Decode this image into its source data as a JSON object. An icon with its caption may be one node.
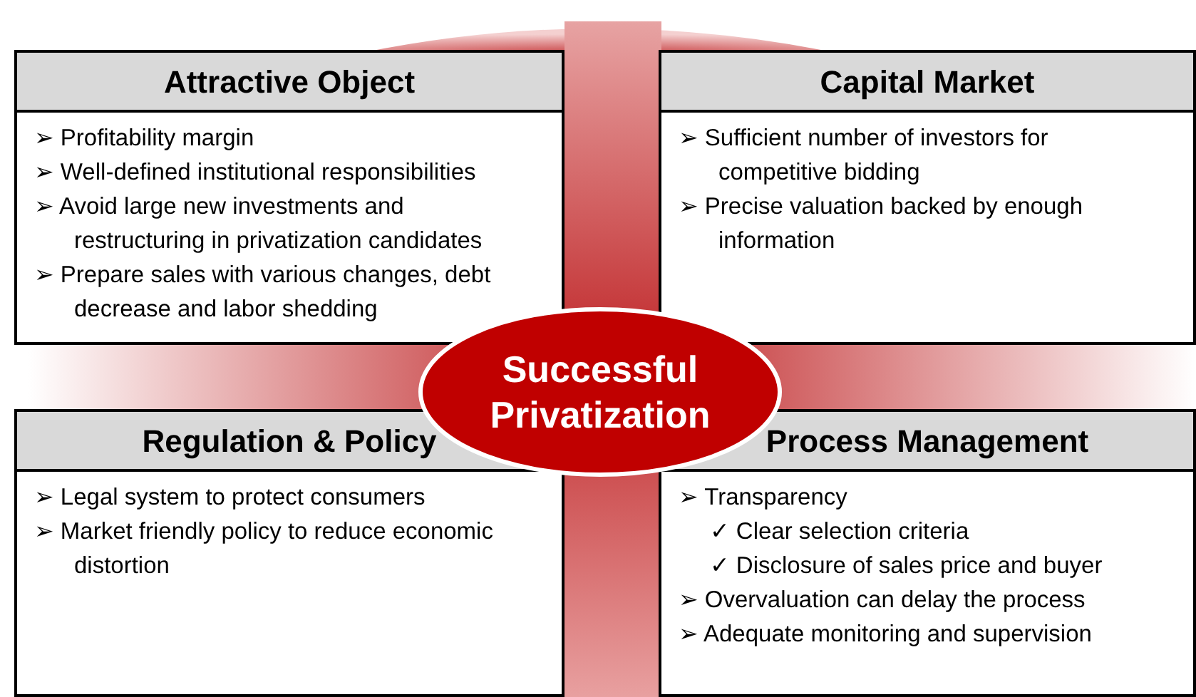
{
  "diagram": {
    "nodes": [
      {
        "text": [
          "Successful Privatization"
        ]
      },
      {
        "text": [
          "Attractive Object",
          "➢ Profitability margin",
          "➢ Well-defined institutional responsibilities",
          "➢ Avoid large new investments and restructuring in privatization candidates",
          "➢ Prepare sales with various changes, debt decrease and labor shedding"
        ]
      },
      {
        "text": [
          "Capital Market",
          "➢ Sufficient number of investors for competitive bidding",
          "➢ Precise valuation backed by enough information"
        ]
      },
      {
        "text": [
          "Regulation & Policy",
          "➢ Legal system to protect consumers",
          "➢ Market friendly policy to reduce economic distortion"
        ]
      },
      {
        "text": [
          "Process Management",
          "➢ Transparency",
          "✓ Clear selection criteria",
          "✓ Disclosure of sales price and buyer",
          "➢ Overvaluation can delay the process",
          "➢ Adequate monitoring and supervision"
        ]
      }
    ],
    "edges": []
  }
}
